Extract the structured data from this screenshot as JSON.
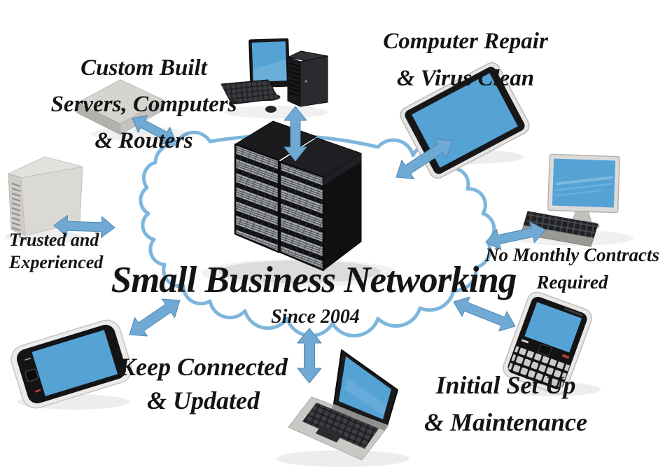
{
  "title": "Small Business Networking",
  "subtitle": "Since 2004",
  "labels": {
    "custom_built": {
      "line1": "Custom Built",
      "line2": "Servers, Computers",
      "line3": "& Routers"
    },
    "computer_repair": {
      "line1": "Computer Repair",
      "line2": "& Virus Clean"
    },
    "no_contracts": {
      "line1": "No Monthly Contracts",
      "line2": "Required"
    },
    "trusted": {
      "line1": "Trusted and",
      "line2": "Experienced"
    },
    "keep_connected": {
      "line1": "Keep Connected",
      "line2": "& Updated"
    },
    "initial_setup": {
      "line1": "Initial Set Up",
      "line2": "& Maintenance"
    }
  },
  "colors": {
    "arrow_blue": "#6FA9D4",
    "screen_blue": "#55A2D5",
    "cloud_outline": "#7DB6DC",
    "text": "#141414",
    "background": "#FFFFFF"
  },
  "diagram": {
    "hub": "server-rack-in-cloud",
    "spokes": [
      "router",
      "tower-server",
      "desktop-computer",
      "tablet",
      "desktop-computer-right",
      "blackberry-phone",
      "laptop",
      "smartphone"
    ]
  }
}
